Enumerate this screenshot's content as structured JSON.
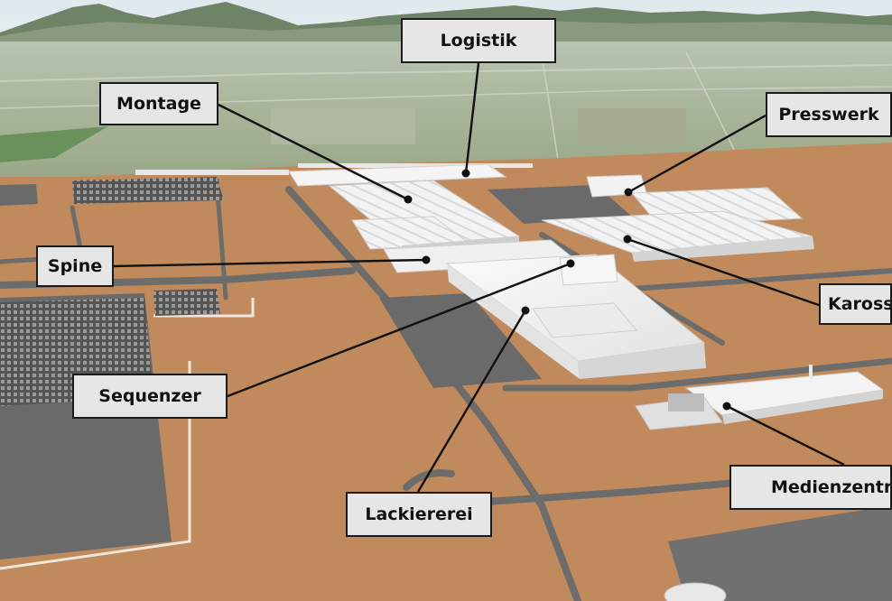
{
  "labels": {
    "logistik": "Logistik",
    "montage": "Montage",
    "presswerk": "Presswerk",
    "spine": "Spine",
    "karosserie": "Karosse",
    "sequenzer": "Sequenzer",
    "medienzentrale": "Medienzentra",
    "lackiererei": "Lackiererei"
  },
  "colors": {
    "ground": "#c08a5c",
    "road": "#6c6c6c",
    "building": "#f2f2f2",
    "label_bg": "#e6e6e6",
    "leader_line": "#111111"
  }
}
